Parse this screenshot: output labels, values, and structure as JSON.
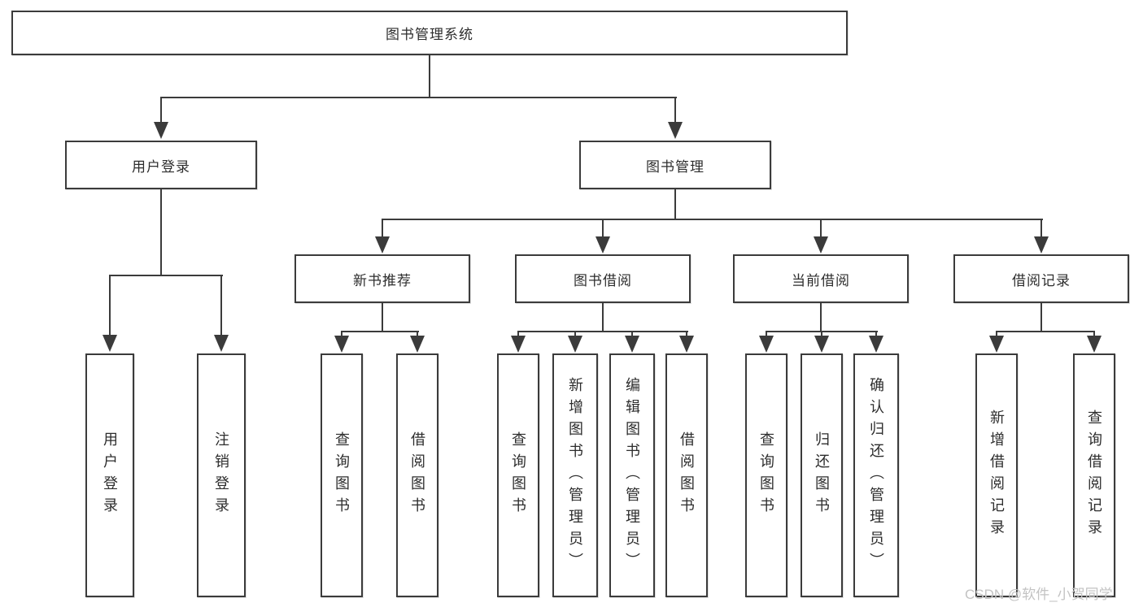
{
  "diagram": {
    "root": {
      "label": "图书管理系统",
      "children": [
        {
          "label": "用户登录",
          "children": [
            {
              "label": "用户登录"
            },
            {
              "label": "注销登录"
            }
          ]
        },
        {
          "label": "图书管理",
          "children": [
            {
              "label": "新书推荐",
              "children": [
                {
                  "label": "查询图书"
                },
                {
                  "label": "借阅图书"
                }
              ]
            },
            {
              "label": "图书借阅",
              "children": [
                {
                  "label": "查询图书"
                },
                {
                  "label": "新增图书（管理员）"
                },
                {
                  "label": "编辑图书（管理员）"
                },
                {
                  "label": "借阅图书"
                }
              ]
            },
            {
              "label": "当前借阅",
              "children": [
                {
                  "label": "查询图书"
                },
                {
                  "label": "归还图书"
                },
                {
                  "label": "确认归还（管理员）"
                }
              ]
            },
            {
              "label": "借阅记录",
              "children": [
                {
                  "label": "新增借阅记录"
                },
                {
                  "label": "查询借阅记录"
                }
              ]
            }
          ]
        }
      ]
    },
    "watermark": "CSDN @软件_小贺同学",
    "colors": {
      "line": "#3b3b3b",
      "text": "#2d2d2d",
      "watermark": "#c3c3c3",
      "background": "#ffffff"
    }
  }
}
